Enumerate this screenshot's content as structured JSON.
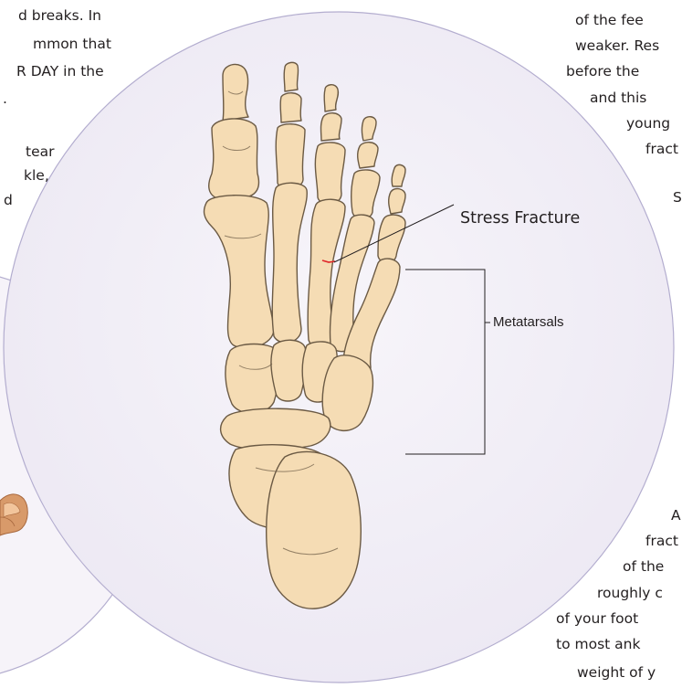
{
  "left_text": {
    "lines": [
      "d breaks. In",
      "mmon that",
      "R DAY in the",
      ".",
      "",
      "tear",
      "kle,",
      "d"
    ]
  },
  "right_text": {
    "lines": [
      "of the fee",
      "weaker. Res",
      "before the",
      "and this",
      "young",
      "fract",
      "S",
      "A",
      "fract",
      "of the",
      "roughly c",
      "of your foot",
      "to most ank",
      "weight of y"
    ]
  },
  "labels": {
    "stress_fracture": "Stress Fracture",
    "metatarsals": "Metatarsals"
  },
  "colors": {
    "bone": "#f5dcb4",
    "bone_outline": "#6b5a44",
    "big_circle": "#f0eef6",
    "small_circle": "#f6f3f9",
    "circle_stroke": "#b3adcf",
    "fracture_line": "#e0262a"
  }
}
